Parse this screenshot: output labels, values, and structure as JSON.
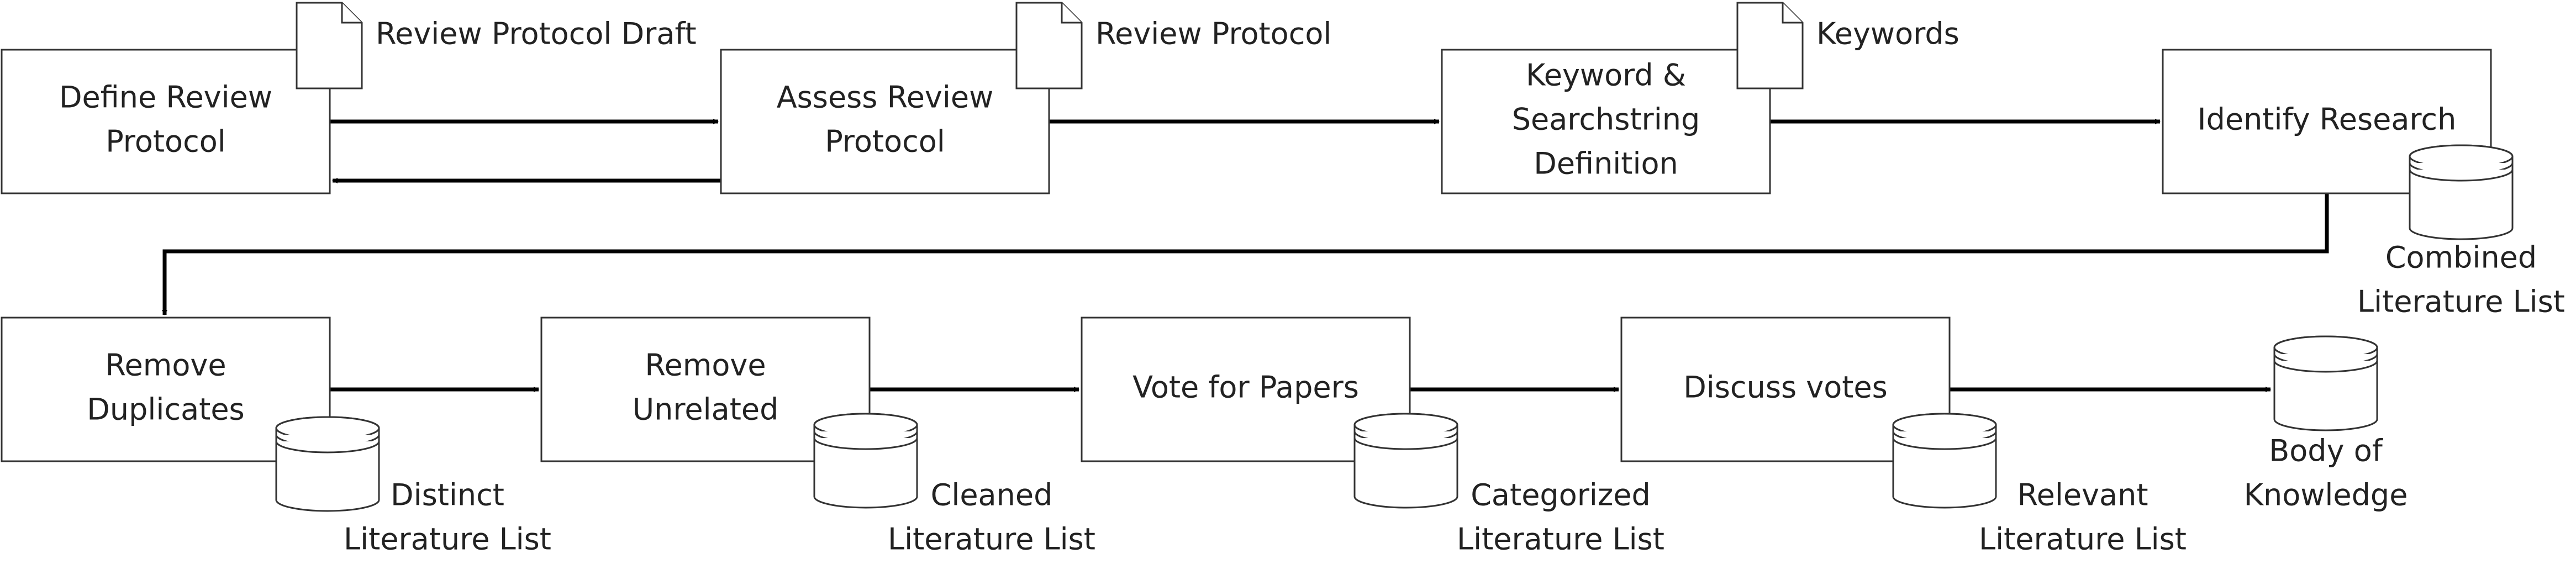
{
  "steps": {
    "define_review_protocol": [
      "Define Review",
      "Protocol"
    ],
    "assess_review_protocol": [
      "Assess Review",
      "Protocol"
    ],
    "keyword_searchstring_definition": [
      "Keyword &",
      "Searchstring",
      "Definition"
    ],
    "identify_research": [
      "Identify Research"
    ],
    "remove_duplicates": [
      "Remove",
      "Duplicates"
    ],
    "remove_unrelated": [
      "Remove",
      "Unrelated"
    ],
    "vote_for_papers": [
      "Vote for Papers"
    ],
    "discuss_votes": [
      "Discuss votes"
    ]
  },
  "documents": {
    "review_protocol_draft": [
      "Review Protocol Draft"
    ],
    "review_protocol": [
      "Review Protocol"
    ],
    "keywords": [
      "Keywords"
    ]
  },
  "datastores": {
    "combined_literature_list": [
      "Combined",
      "Literature List"
    ],
    "distinct_literature_list": [
      "Distinct",
      "Literature List"
    ],
    "cleaned_literature_list": [
      "Cleaned",
      "Literature List"
    ],
    "categorized_literature_list": [
      "Categorized",
      "Literature List"
    ],
    "relevant_literature_list": [
      "Relevant",
      "Literature List"
    ],
    "body_of_knowledge": [
      "Body of",
      "Knowledge"
    ]
  }
}
